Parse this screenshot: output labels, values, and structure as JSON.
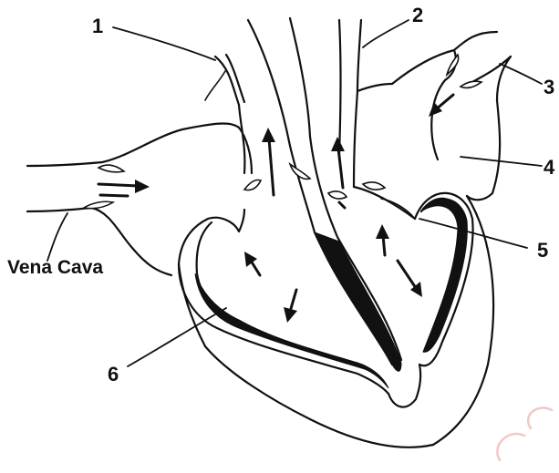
{
  "labels": {
    "n1": "1",
    "n2": "2",
    "n3": "3",
    "n4": "4",
    "n5": "5",
    "n6": "6",
    "vena_cava": "Vena Cava"
  }
}
